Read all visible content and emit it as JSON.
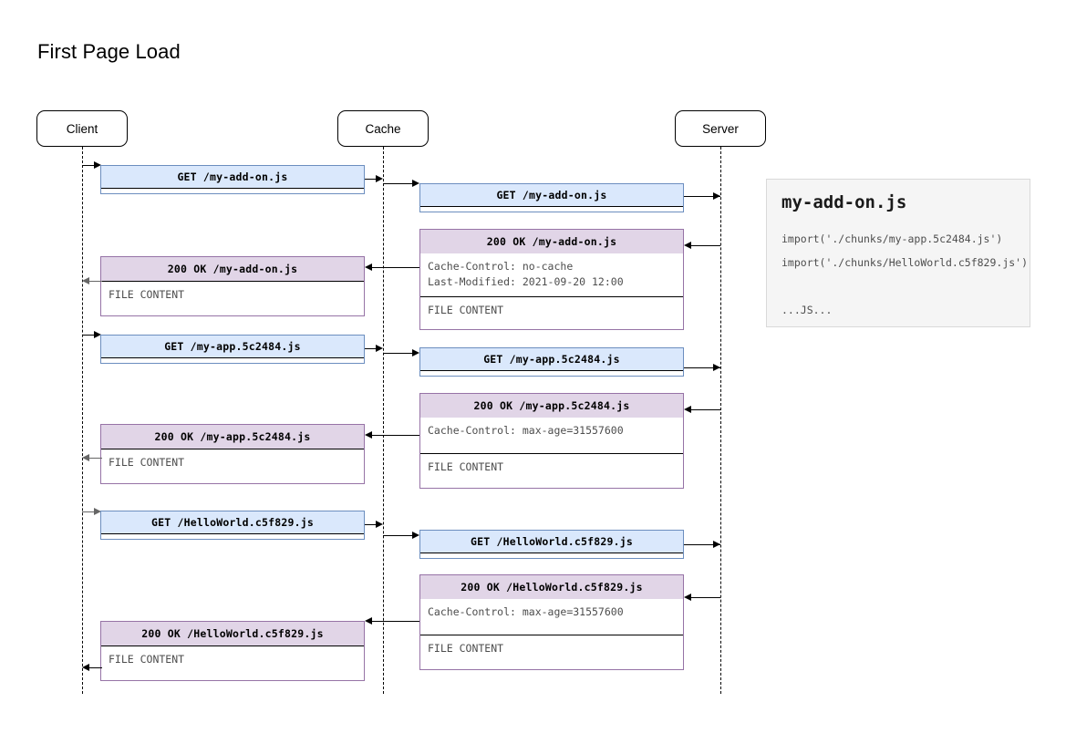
{
  "diagram": {
    "title": "First Page Load",
    "actors": [
      {
        "name": "client",
        "label": "Client"
      },
      {
        "name": "cache",
        "label": "Cache"
      },
      {
        "name": "server",
        "label": "Server"
      }
    ],
    "colors": {
      "request_fill": "#dae8fc",
      "request_border": "#6c8ebf",
      "response_fill": "#e1d5e7",
      "response_border": "#9673a6",
      "code_panel_bg": "#f5f5f5",
      "lifeline": "#000000"
    },
    "messages": [
      {
        "id": "c-req-1",
        "lane": "client-cache",
        "kind": "request",
        "header": "GET /my-add-on.js",
        "headers_text": "",
        "body_text": ""
      },
      {
        "id": "s-req-1",
        "lane": "cache-server",
        "kind": "request",
        "header": "GET /my-add-on.js",
        "headers_text": "",
        "body_text": ""
      },
      {
        "id": "s-resp-1",
        "lane": "cache-server",
        "kind": "response",
        "header": "200 OK /my-add-on.js",
        "headers_text": "Cache-Control: no-cache\nLast-Modified: 2021-09-20 12:00",
        "body_text": "FILE CONTENT"
      },
      {
        "id": "c-resp-1",
        "lane": "client-cache",
        "kind": "response",
        "header": "200 OK /my-add-on.js",
        "headers_text": "",
        "body_text": "FILE CONTENT"
      },
      {
        "id": "c-req-2",
        "lane": "client-cache",
        "kind": "request",
        "header": "GET /my-app.5c2484.js",
        "headers_text": "",
        "body_text": ""
      },
      {
        "id": "s-req-2",
        "lane": "cache-server",
        "kind": "request",
        "header": "GET /my-app.5c2484.js",
        "headers_text": "",
        "body_text": ""
      },
      {
        "id": "s-resp-2",
        "lane": "cache-server",
        "kind": "response",
        "header": "200 OK /my-app.5c2484.js",
        "headers_text": "Cache-Control: max-age=31557600",
        "body_text": "FILE CONTENT"
      },
      {
        "id": "c-resp-2",
        "lane": "client-cache",
        "kind": "response",
        "header": "200 OK /my-app.5c2484.js",
        "headers_text": "",
        "body_text": "FILE CONTENT"
      },
      {
        "id": "c-req-3",
        "lane": "client-cache",
        "kind": "request",
        "header": "GET /HelloWorld.c5f829.js",
        "headers_text": "",
        "body_text": ""
      },
      {
        "id": "s-req-3",
        "lane": "cache-server",
        "kind": "request",
        "header": "GET /HelloWorld.c5f829.js",
        "headers_text": "",
        "body_text": ""
      },
      {
        "id": "s-resp-3",
        "lane": "cache-server",
        "kind": "response",
        "header": "200 OK /HelloWorld.c5f829.js",
        "headers_text": "Cache-Control: max-age=31557600",
        "body_text": "FILE CONTENT"
      },
      {
        "id": "c-resp-3",
        "lane": "client-cache",
        "kind": "response",
        "header": "200 OK /HelloWorld.c5f829.js",
        "headers_text": "",
        "body_text": "FILE CONTENT"
      }
    ],
    "code_panel": {
      "filename": "my-add-on.js",
      "lines": [
        "import('./chunks/my-app.5c2484.js')",
        "import('./chunks/HelloWorld.c5f829.js')",
        "",
        "...JS..."
      ]
    }
  }
}
